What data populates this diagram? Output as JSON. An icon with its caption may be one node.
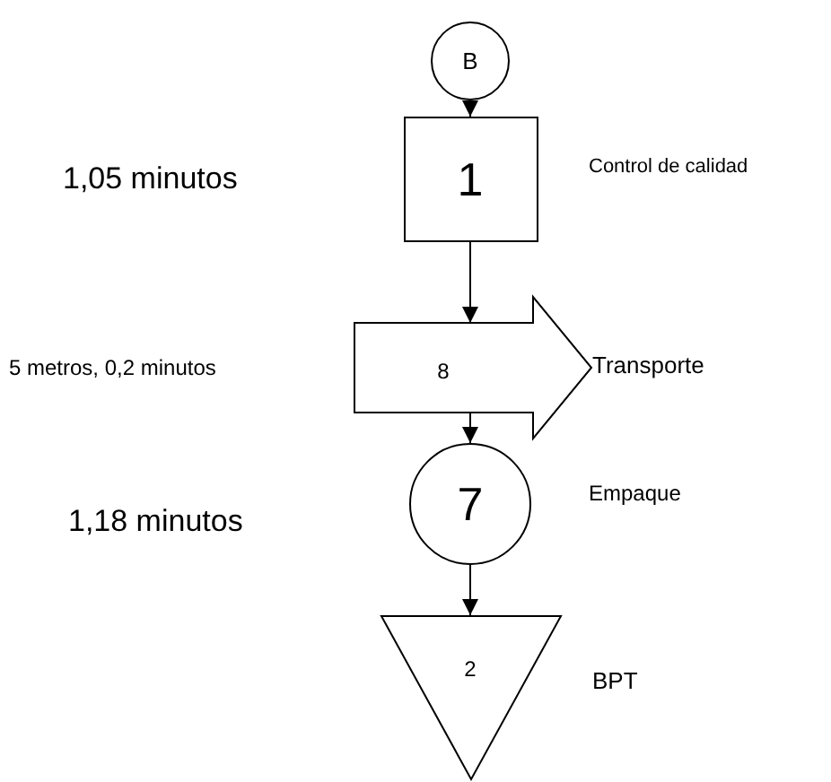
{
  "diagram": {
    "nodes": [
      {
        "text": [
          "B"
        ]
      },
      {
        "text": [
          "1"
        ],
        "beside": [
          "Control de calidad"
        ]
      },
      {
        "text": [
          "8"
        ],
        "beside": [
          "Transporte"
        ]
      },
      {
        "text": [
          "7"
        ],
        "beside": [
          "Empaque"
        ]
      },
      {
        "text": [
          "2"
        ],
        "beside": [
          "BPT"
        ]
      }
    ],
    "edges": [
      {
        "from": 0,
        "to": 1,
        "arrow": "to"
      },
      {
        "from": 1,
        "to": 2,
        "arrow": "to"
      },
      {
        "from": 2,
        "to": 3,
        "arrow": "to"
      },
      {
        "from": 3,
        "to": 4,
        "arrow": "to"
      }
    ],
    "labels": [
      "1,05 minutos",
      "5 metros, 0,2 minutos",
      "1,18 minutos"
    ]
  }
}
